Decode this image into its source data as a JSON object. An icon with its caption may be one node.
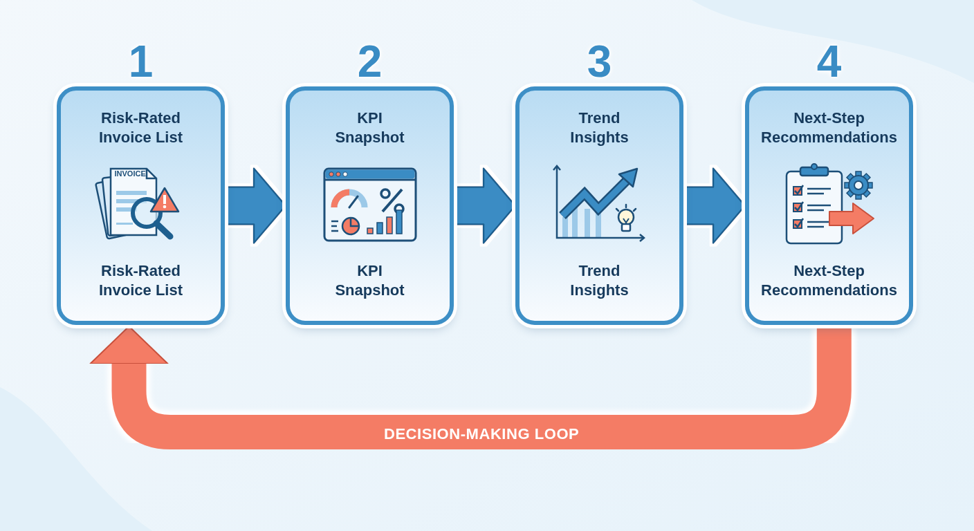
{
  "diagram": {
    "nodes": [
      {
        "text": [
          "Risk-Rated Invoice List",
          "Risk-Rated Invoice List"
        ],
        "beside": [
          "1"
        ]
      },
      {
        "text": [
          "KPI Snapshot",
          "KPI Snapshot"
        ],
        "beside": [
          "2"
        ]
      },
      {
        "text": [
          "Trend Insights",
          "Trend Insights"
        ],
        "beside": [
          "3"
        ]
      },
      {
        "text": [
          "Next-Step Recommendations",
          "Next-Step Recommendations"
        ],
        "beside": [
          "4"
        ]
      }
    ],
    "edges": [
      {
        "from": 0,
        "to": 1,
        "arrow": "to"
      },
      {
        "from": 1,
        "to": 2,
        "arrow": "to"
      },
      {
        "from": 2,
        "to": 3,
        "arrow": "to"
      },
      {
        "from": 3,
        "to": 0,
        "arrow": "to",
        "color": "#f47c65",
        "label": "DECISION-MAKING LOOP"
      }
    ],
    "labels": [
      "INVOICE"
    ]
  }
}
